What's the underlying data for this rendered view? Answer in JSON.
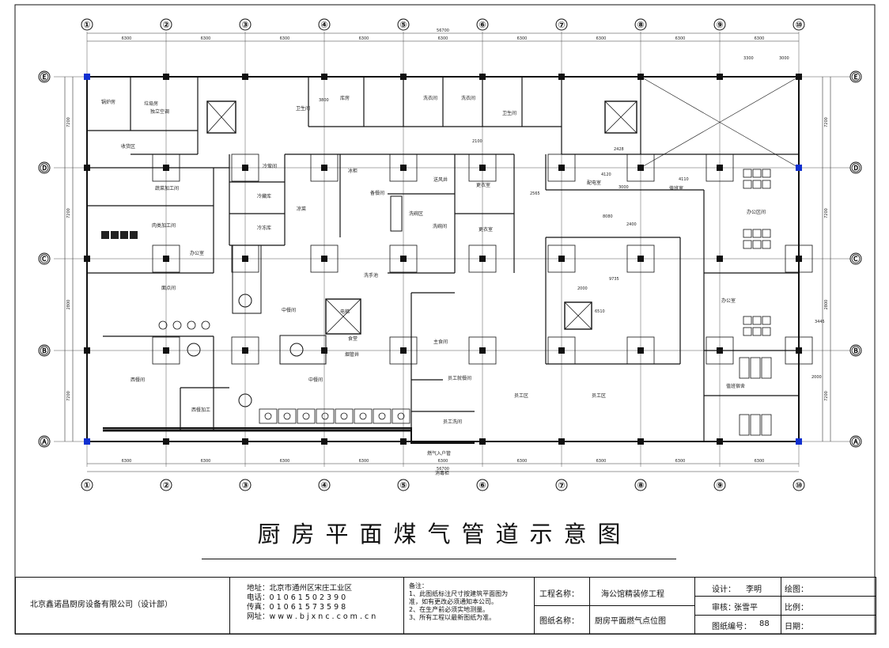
{
  "drawing": {
    "title": "厨房平面煤气管道示意图",
    "top_total": "56700",
    "bottom_total": "56700",
    "bay_dim": "6300",
    "vert_dims": [
      "7200",
      "7200",
      "2800",
      "7200",
      "7200"
    ],
    "col_labels": [
      "①",
      "②",
      "③",
      "④",
      "⑤",
      "⑥",
      "⑦",
      "⑧",
      "⑨",
      "⑩"
    ],
    "row_labels": [
      "Ⓔ",
      "Ⓓ",
      "Ⓒ",
      "Ⓑ",
      "Ⓐ"
    ],
    "extra_dims": [
      "3300",
      "3000",
      "3800",
      "2100",
      "2565",
      "4120",
      "4110",
      "3000",
      "2428",
      "8080",
      "2400",
      "9735",
      "2000",
      "6510",
      "3445",
      "2000"
    ],
    "rooms": [
      {
        "id": "r1",
        "text": "锅炉房"
      },
      {
        "id": "r2",
        "text": "垃圾房"
      },
      {
        "id": "r3",
        "text": "独立空调"
      },
      {
        "id": "r4",
        "text": "收货区"
      },
      {
        "id": "r5",
        "text": "卫生间"
      },
      {
        "id": "r6",
        "text": "库房"
      },
      {
        "id": "r7",
        "text": "洗衣间"
      },
      {
        "id": "r8",
        "text": "洗衣间"
      },
      {
        "id": "r9",
        "text": "卫生间"
      },
      {
        "id": "r10",
        "text": "蔬菜加工间"
      },
      {
        "id": "r11",
        "text": "冷荤间"
      },
      {
        "id": "r12",
        "text": "冷藏库"
      },
      {
        "id": "r13",
        "text": "冷冻库"
      },
      {
        "id": "r14",
        "text": "凉菜"
      },
      {
        "id": "r15",
        "text": "冰柜"
      },
      {
        "id": "r16",
        "text": "备餐间"
      },
      {
        "id": "r17",
        "text": "洗碗区"
      },
      {
        "id": "r18",
        "text": "洗碗间"
      },
      {
        "id": "r19",
        "text": "更衣室"
      },
      {
        "id": "r20",
        "text": "更衣室"
      },
      {
        "id": "r21",
        "text": "肉类加工间"
      },
      {
        "id": "r22",
        "text": "办公室"
      },
      {
        "id": "r23",
        "text": "面点间"
      },
      {
        "id": "r24",
        "text": "中餐间"
      },
      {
        "id": "r25",
        "text": "电梯"
      },
      {
        "id": "r26",
        "text": "配电室"
      },
      {
        "id": "r27",
        "text": "值班室"
      },
      {
        "id": "r28",
        "text": "办公区间"
      },
      {
        "id": "r29",
        "text": "办公室"
      },
      {
        "id": "r30",
        "text": "西餐间"
      },
      {
        "id": "r31",
        "text": "西餐加工"
      },
      {
        "id": "r32",
        "text": "中餐间"
      },
      {
        "id": "r33",
        "text": "主食间"
      },
      {
        "id": "r34",
        "text": "员工就餐间"
      },
      {
        "id": "r35",
        "text": "员工区"
      },
      {
        "id": "r36",
        "text": "员工区"
      },
      {
        "id": "r37",
        "text": "员工洗间"
      },
      {
        "id": "r38",
        "text": "值班宿舍"
      },
      {
        "id": "r39",
        "text": "燃气入户管"
      },
      {
        "id": "r40",
        "text": "洗手池"
      },
      {
        "id": "r41",
        "text": "食堂"
      },
      {
        "id": "r42",
        "text": "烟管井"
      },
      {
        "id": "r43",
        "text": "送风井"
      },
      {
        "id": "r44",
        "text": "消毒柜"
      }
    ]
  },
  "title_block": {
    "company": "北京鑫诺昌厨房设备有限公司（设计部）",
    "address_label": "地址：",
    "address": "北京市通州区宋庄工业区",
    "phone_label": "电话：",
    "phone": "0 1 0 6 1 5 0 2 3 9 0",
    "fax_label": "传真：",
    "fax": "0 1 0 6 1 5 7 3 5 9 8",
    "web_label": "网址：",
    "web": "w w w . b j x n c . c o m . c n",
    "notes_title": "备注：",
    "notes": [
      "1、此图纸标注尺寸按建筑平面图为",
      "准，如有更改必须通知本公司。",
      "2、在生产前必须实地测量。",
      "3、所有工程以最新图纸为准。"
    ],
    "project_label": "工程名称：",
    "project_value": "海公馆精装修工程",
    "drawing_label": "图纸名称：",
    "drawing_value": "厨房平面燃气点位图",
    "design_label": "设计：",
    "design_value": "李明",
    "review_label": "审核：",
    "review_value": "张雪平",
    "number_label": "图纸编号：",
    "number_value": "88",
    "draw_label": "绘图：",
    "scale_label": "比例：",
    "date_label": "日期："
  }
}
